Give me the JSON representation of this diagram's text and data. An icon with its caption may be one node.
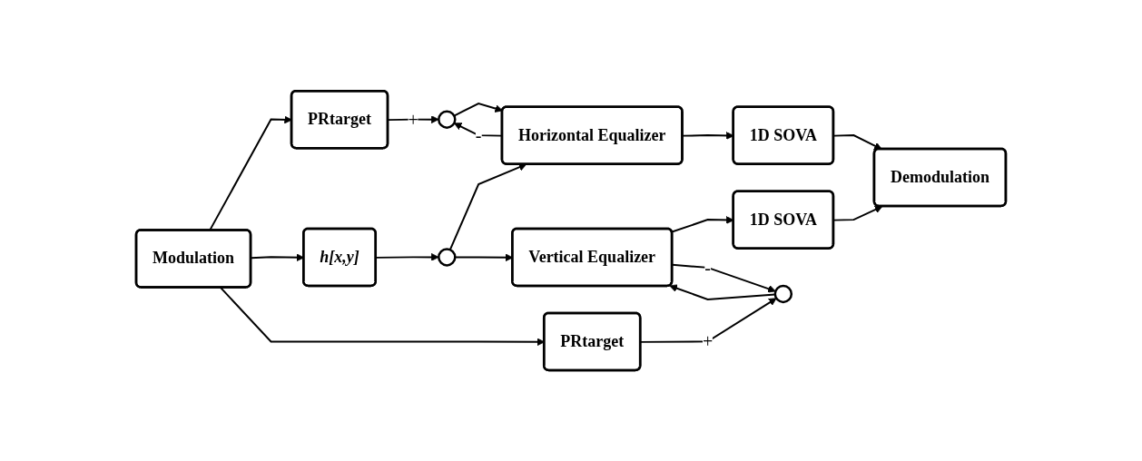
{
  "diagram": {
    "nodes": [
      {
        "text": [
          "Modulation"
        ]
      },
      {
        "text": [
          "PRtarget"
        ]
      },
      {
        "text": [
          "h[x,y]"
        ]
      },
      {
        "text": [
          "PRtarget"
        ]
      },
      {
        "text": [],
        "shape": "circle"
      },
      {
        "text": [
          "Horizontal Equalizer"
        ]
      },
      {
        "text": [
          "Vertical Equalizer"
        ]
      },
      {
        "text": [],
        "shape": "circle"
      },
      {
        "text": [],
        "shape": "circle"
      },
      {
        "text": [
          "1D SOVA"
        ]
      },
      {
        "text": [
          "1D SOVA"
        ]
      },
      {
        "text": [
          "Demodulation"
        ]
      }
    ],
    "edges": [
      {
        "from": 0,
        "to": 1,
        "arrow": "to"
      },
      {
        "from": 0,
        "to": 2,
        "arrow": "to"
      },
      {
        "from": 0,
        "to": 3,
        "arrow": "to"
      },
      {
        "from": 2,
        "to": 4,
        "arrow": "to"
      },
      {
        "from": 4,
        "to": 5,
        "arrow": "to"
      },
      {
        "from": 4,
        "to": 6,
        "arrow": "to"
      },
      {
        "from": 1,
        "to": 7,
        "arrow": "to",
        "label": "+"
      },
      {
        "from": 5,
        "to": 7,
        "arrow": "to",
        "label": "-"
      },
      {
        "from": 5,
        "to": 9,
        "arrow": "to"
      },
      {
        "from": 7,
        "to": 5,
        "arrow": "to"
      },
      {
        "from": 6,
        "to": 10,
        "arrow": "to"
      },
      {
        "from": 6,
        "to": 8,
        "arrow": "to",
        "label": "-"
      },
      {
        "from": 3,
        "to": 8,
        "arrow": "to",
        "label": "+"
      },
      {
        "from": 8,
        "to": 6,
        "arrow": "to"
      },
      {
        "from": 9,
        "to": 11,
        "arrow": "to"
      },
      {
        "from": 10,
        "to": 11,
        "arrow": "to"
      }
    ]
  }
}
